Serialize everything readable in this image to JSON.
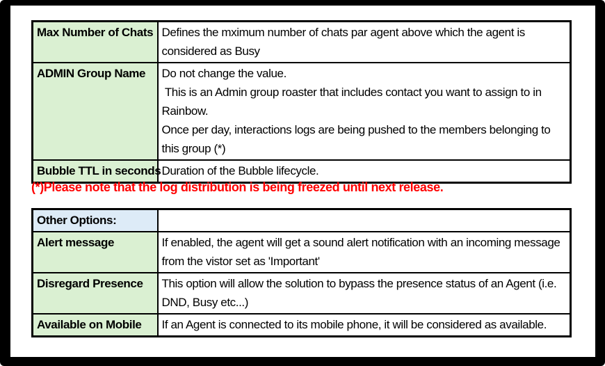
{
  "colors": {
    "label_green": "#daf0d2",
    "header_blue": "#ddebf7",
    "note_red": "#ff0000",
    "border_black": "#000000",
    "background": "#ffffff"
  },
  "settings_table": {
    "rows": [
      {
        "label": "Max Number of Chats",
        "description": "Defines the mximum number of chats par agent above which the agent is considered as Busy"
      },
      {
        "label": "ADMIN Group Name",
        "description": "Do not change the value.\n This is an Admin group roaster that includes contact you want to assign to in Rainbow.\nOnce per day, interactions logs are being pushed to the members belonging to this group (*)"
      },
      {
        "label": "Bubble TTL in seconds",
        "description": "Duration of the Bubble lifecycle."
      }
    ]
  },
  "footnote": "(*)Please note that the log distribution is being freezed until next release.",
  "options_table": {
    "header": "Other Options:",
    "header_value": "",
    "rows": [
      {
        "label": "Alert message",
        "description": "If enabled, the agent will get a sound alert notification with an incoming message from the vistor set as 'Important'"
      },
      {
        "label": "Disregard Presence",
        "description": "This option will allow the solution to bypass the presence status of an Agent (i.e. DND, Busy etc...)"
      },
      {
        "label": "Available on Mobile",
        "description": "If an Agent is connected to its mobile phone, it will be considered as available."
      }
    ]
  }
}
